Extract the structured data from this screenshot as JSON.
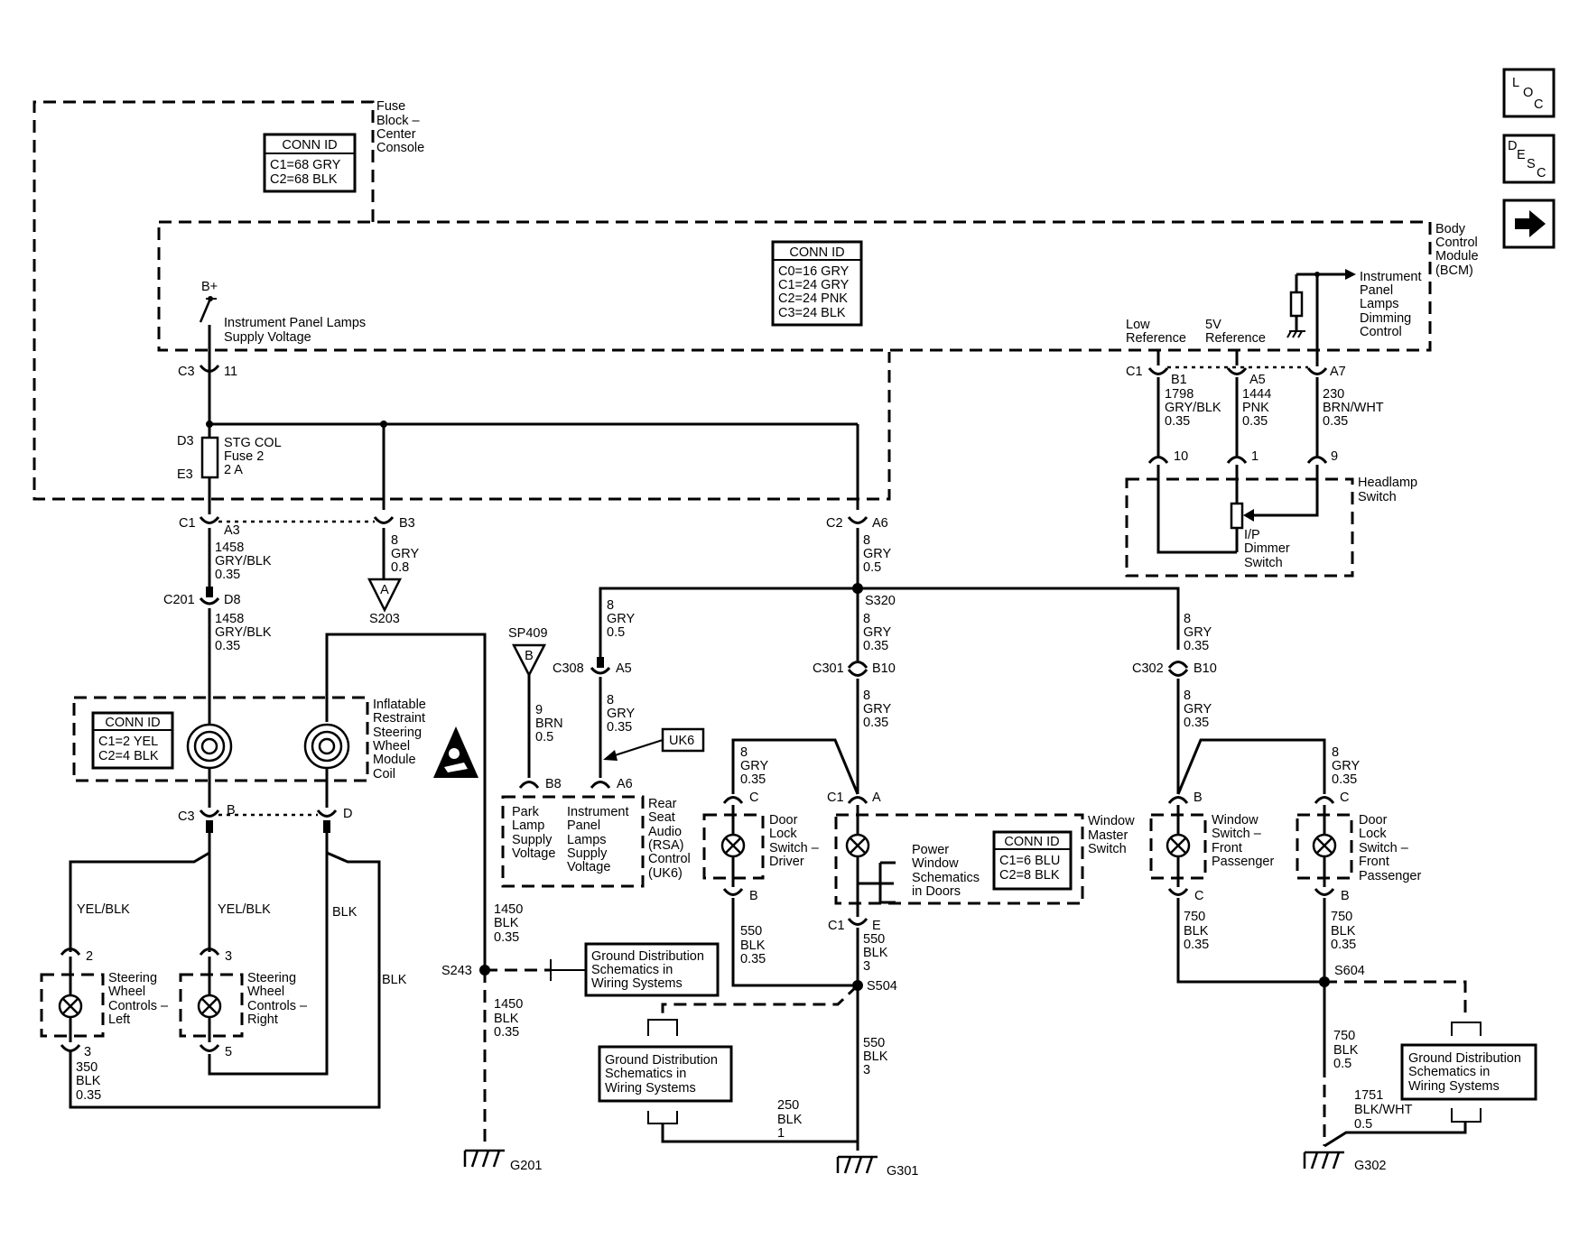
{
  "nav": {
    "loc": [
      "L",
      "O",
      "C"
    ],
    "desc": [
      "D",
      "E",
      "S",
      "C"
    ]
  },
  "fuse_block": {
    "label": [
      "Fuse",
      "Block –",
      "Center",
      "Console"
    ],
    "conn_id": {
      "title": "CONN ID",
      "rows": [
        "C1=68 GRY",
        "C2=68 BLK"
      ]
    }
  },
  "bcm": {
    "label": [
      "Body",
      "Control",
      "Module",
      "(BCM)"
    ],
    "conn_id": {
      "title": "CONN ID",
      "rows": [
        "C0=16 GRY",
        "C1=24 GRY",
        "C2=24 PNK",
        "C3=24 BLK"
      ]
    },
    "ip_dimming": [
      "Instrument",
      "Panel",
      "Lamps",
      "Dimming",
      "Control"
    ],
    "low_ref": [
      "Low",
      "Reference"
    ],
    "five_v_ref": [
      "5V",
      "Reference"
    ]
  },
  "supply": {
    "b_plus": "B+",
    "label": [
      "Instrument Panel Lamps",
      "Supply Voltage"
    ],
    "conn": "C3",
    "pin": "11"
  },
  "fuse": {
    "d": "D3",
    "e": "E3",
    "label": [
      "STG COL",
      "Fuse 2",
      "2 A"
    ]
  },
  "bcm_pins": {
    "c1": "C1",
    "b1": "B1",
    "a5": "A5",
    "a7": "A7",
    "b1_wire": [
      "1798",
      "GRY/BLK",
      "0.35"
    ],
    "a5_wire": [
      "1444",
      "PNK",
      "0.35"
    ],
    "a7_wire": [
      "230",
      "BRN/WHT",
      "0.35"
    ]
  },
  "headlamp": {
    "label": [
      "Headlamp",
      "Switch"
    ],
    "pins": [
      "10",
      "1",
      "9"
    ],
    "dimmer": [
      "I/P",
      "Dimmer",
      "Switch"
    ]
  },
  "fuse_out": {
    "c1": "C1",
    "a3": "A3",
    "b3": "B3",
    "c2": "C2",
    "a6": "A6",
    "a3_wire": [
      "1458",
      "GRY/BLK",
      "0.35"
    ],
    "b3_wire": [
      "8",
      "GRY",
      "0.8"
    ],
    "a6_wire": [
      "8",
      "GRY",
      "0.5"
    ],
    "c201": "C201",
    "d8": "D8",
    "d8_wire": [
      "1458",
      "GRY/BLK",
      "0.35"
    ],
    "s203_letter": "A",
    "s203": "S203"
  },
  "coil": {
    "conn_id": {
      "title": "CONN ID",
      "rows": [
        "C1=2 YEL",
        "C2=4 BLK"
      ]
    },
    "label": [
      "Inflatable",
      "Restraint",
      "Steering",
      "Wheel",
      "Module",
      "Coil"
    ],
    "c3": "C3",
    "b": "B",
    "d": "D"
  },
  "steering_controls": {
    "wire_left": "YEL/BLK",
    "wire_mid": "YEL/BLK",
    "wire_blk": "BLK",
    "wire_blk2": "BLK",
    "left_label": [
      "Steering",
      "Wheel",
      "Controls –",
      "Left"
    ],
    "right_label": [
      "Steering",
      "Wheel",
      "Controls –",
      "Right"
    ],
    "left_pin_top": "2",
    "left_pin_bot": "3",
    "right_pin_top": "3",
    "right_pin_bot": "5",
    "ground_wire": [
      "350",
      "BLK",
      "0.35"
    ]
  },
  "s243": {
    "label": "S243",
    "wire_top": [
      "1450",
      "BLK",
      "0.35"
    ],
    "wire_bot": [
      "1450",
      "BLK",
      "0.35"
    ],
    "g201": "G201"
  },
  "ground_ref": [
    "Ground Distribution",
    "Schematics in",
    "Wiring Systems"
  ],
  "sp409": {
    "label": "SP409",
    "letter": "B",
    "wire": [
      "9",
      "BRN",
      "0.5"
    ],
    "pin": "B8"
  },
  "rsa": {
    "c308": "C308",
    "a5": "A5",
    "wire_top": [
      "8",
      "GRY",
      "0.5"
    ],
    "wire_bot": [
      "8",
      "GRY",
      "0.35"
    ],
    "uk6": "UK6",
    "a6": "A6",
    "park_label": [
      "Park",
      "Lamp",
      "Supply",
      "Voltage"
    ],
    "ip_label": [
      "Instrument",
      "Panel",
      "Lamps",
      "Supply",
      "Voltage"
    ],
    "label": [
      "Rear",
      "Seat",
      "Audio",
      "(RSA)",
      "Control",
      "(UK6)"
    ]
  },
  "s320": {
    "label": "S320",
    "wire_down": [
      "8",
      "GRY",
      "0.35"
    ],
    "c301": "C301",
    "b10": "B10",
    "wire_c301": [
      "8",
      "GRY",
      "0.35"
    ],
    "wire_right_top": [
      "8",
      "GRY",
      "0.35"
    ],
    "c302": "C302",
    "b10b": "B10",
    "wire_c302": [
      "8",
      "GRY",
      "0.35"
    ]
  },
  "door_driver": {
    "wire": [
      "8",
      "GRY",
      "0.35"
    ],
    "c": "C",
    "b": "B",
    "label": [
      "Door",
      "Lock",
      "Switch –",
      "Driver"
    ],
    "ground_wire": [
      "550",
      "BLK",
      "0.35"
    ]
  },
  "window_master": {
    "c1": "C1",
    "a": "A",
    "c1b": "C1",
    "e": "E",
    "label": [
      "Window",
      "Master",
      "Switch"
    ],
    "power_label": [
      "Power",
      "Window",
      "Schematics",
      "in Doors"
    ],
    "conn_id": {
      "title": "CONN ID",
      "rows": [
        "C1=6 BLU",
        "C2=8 BLK"
      ]
    },
    "wire_out": [
      "550",
      "BLK",
      "3"
    ]
  },
  "s504": {
    "label": "S504",
    "wire": [
      "550",
      "BLK",
      "3"
    ],
    "g_wire": [
      "250",
      "BLK",
      "1"
    ],
    "g301": "G301"
  },
  "window_front_pass": {
    "b": "B",
    "c": "C",
    "label": [
      "Window",
      "Switch –",
      "Front",
      "Passenger"
    ],
    "ground_wire": [
      "750",
      "BLK",
      "0.35"
    ]
  },
  "door_front_pass": {
    "wire": [
      "8",
      "GRY",
      "0.35"
    ],
    "c": "C",
    "b": "B",
    "label": [
      "Door",
      "Lock",
      "Switch –",
      "Front",
      "Passenger"
    ],
    "ground_wire": [
      "750",
      "BLK",
      "0.35"
    ]
  },
  "s604": {
    "label": "S604",
    "wire": [
      "750",
      "BLK",
      "0.5"
    ],
    "g_wire": [
      "1751",
      "BLK/WHT",
      "0.5"
    ],
    "g302": "G302"
  }
}
